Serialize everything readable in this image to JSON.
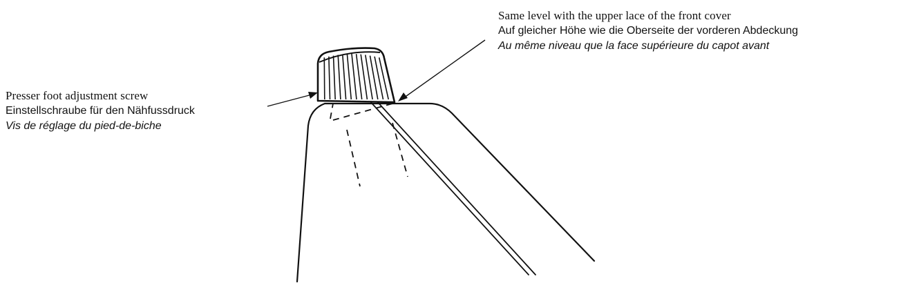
{
  "labels": {
    "screw": {
      "en": "Presser foot adjustment screw",
      "de": "Einstellschraube für den Nähfussdruck",
      "fr": "Vis de réglage du pied-de-biche"
    },
    "level": {
      "en": "Same level with the upper lace of the front cover",
      "de": "Auf gleicher Höhe wie die Oberseite der vorderen Abdeckung",
      "fr": "Au même niveau que la face supérieure du capot avant"
    }
  },
  "colors": {
    "ink": "#111111",
    "background": "#ffffff"
  }
}
